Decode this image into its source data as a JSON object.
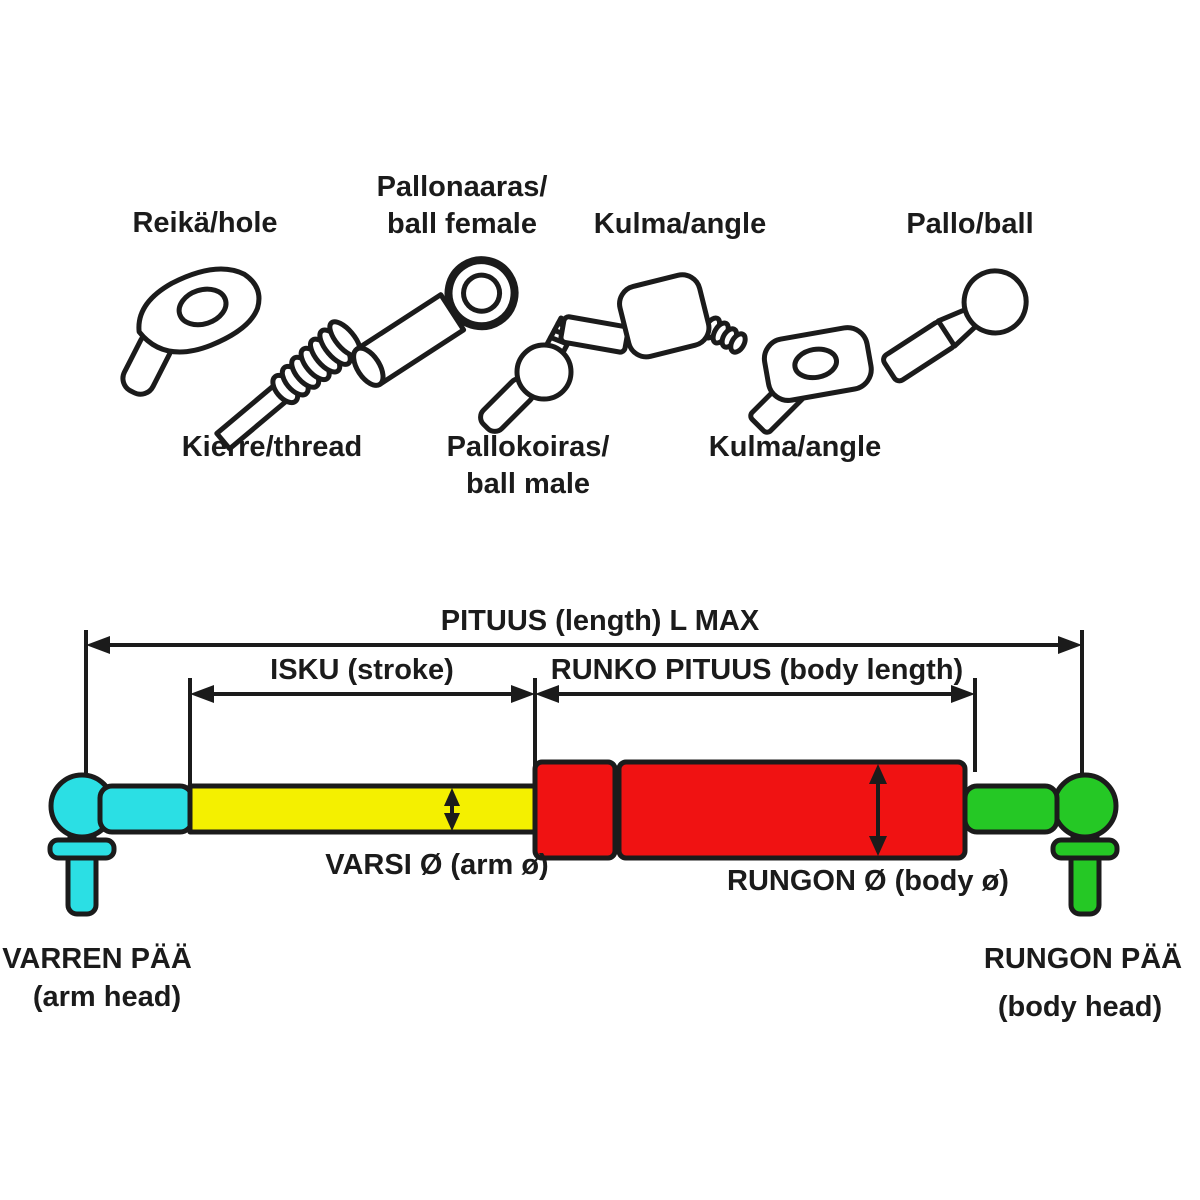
{
  "fitting_labels": {
    "hole": "Reikä/hole",
    "ball_female_line1": "Pallonaaras/",
    "ball_female_line2": "ball female",
    "angle_top": "Kulma/angle",
    "ball": "Pallo/ball",
    "thread": "Kierre/thread",
    "ball_male_line1": "Pallokoiras/",
    "ball_male_line2": "ball male",
    "angle_bottom": "Kulma/angle"
  },
  "dimensions": {
    "total_length": "PITUUS (length) L MAX",
    "stroke": "ISKU (stroke)",
    "body_length": "RUNKO PITUUS (body length)",
    "arm_diameter": "VARSI Ø (arm ø)",
    "body_diameter": "RUNGON Ø (body ø)"
  },
  "ends": {
    "arm_head_line1": "VARREN PÄÄ",
    "arm_head_line2": "(arm head)",
    "body_head_line1": "RUNGON PÄÄ",
    "body_head_line2": "(body head)"
  },
  "colors": {
    "arm_head": "#2BDFE4",
    "arm": "#F4F000",
    "body": "#F01212",
    "body_head": "#25C825",
    "outline": "#1B1B1B"
  }
}
